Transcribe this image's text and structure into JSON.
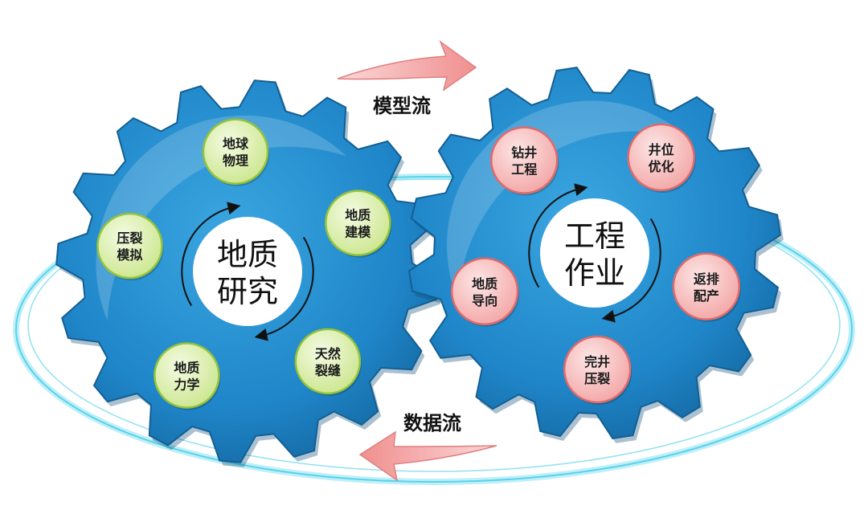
{
  "left_gear": {
    "center_lines": [
      "地质",
      "研究"
    ],
    "nodes": [
      {
        "lines": [
          "地球",
          "物理"
        ]
      },
      {
        "lines": [
          "地质",
          "建模"
        ]
      },
      {
        "lines": [
          "天然",
          "裂缝"
        ]
      },
      {
        "lines": [
          "地质",
          "力学"
        ]
      },
      {
        "lines": [
          "压裂",
          "模拟"
        ]
      }
    ]
  },
  "right_gear": {
    "center_lines": [
      "工程",
      "作业"
    ],
    "nodes": [
      {
        "lines": [
          "钻井",
          "工程"
        ]
      },
      {
        "lines": [
          "井位",
          "优化"
        ]
      },
      {
        "lines": [
          "返排",
          "配产"
        ]
      },
      {
        "lines": [
          "完井",
          "压裂"
        ]
      },
      {
        "lines": [
          "地质",
          "导向"
        ]
      }
    ]
  },
  "flows": {
    "top_label": "模型流",
    "bottom_label": "数据流"
  },
  "colors": {
    "gear_blue": "#1f86c9",
    "gear_dark": "#135f93",
    "left_node_fill": "#d6eea0",
    "left_node_stroke": "#96c33a",
    "right_node_fill": "#f6b9b9",
    "right_node_stroke": "#e06a6a",
    "arrow_fill": "#f4a9a9",
    "ring_color": "#56d3ea"
  }
}
